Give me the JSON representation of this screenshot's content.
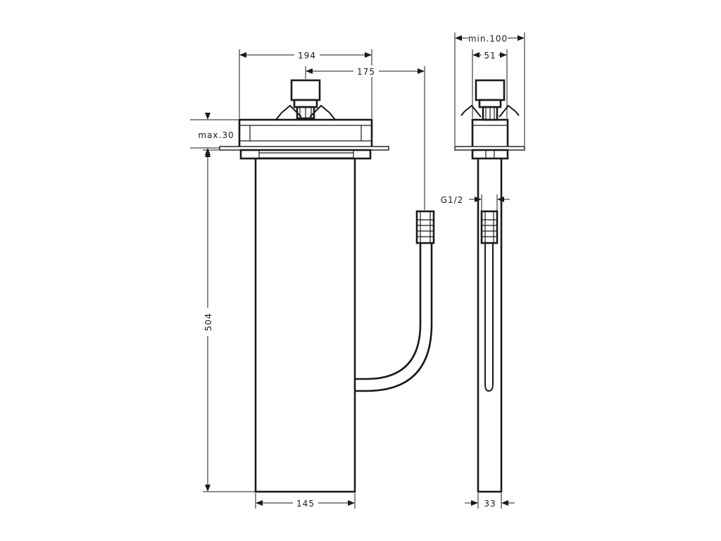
{
  "front_view": {
    "dimensions": {
      "top_width": "194",
      "outlet_offset": "175",
      "max_depth": "max.30",
      "height": "504",
      "bottom_width": "145"
    }
  },
  "side_view": {
    "dimensions": {
      "min_width": "min.100",
      "inner_width": "51",
      "thread": "G1/2",
      "body_width": "33"
    }
  }
}
